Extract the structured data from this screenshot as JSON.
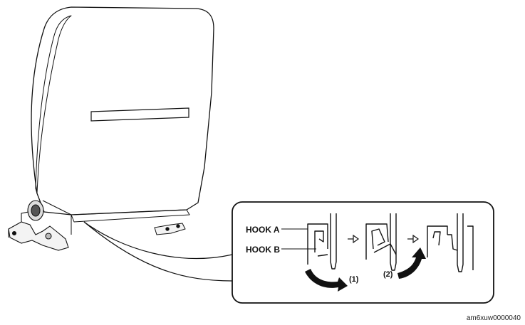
{
  "labels": {
    "hook_a": "HOOK A",
    "hook_b": "HOOK B",
    "step_1": "(1)",
    "step_2": "(2)"
  },
  "figure_id": "am6xuw0000040",
  "colors": {
    "line": "#111111",
    "background": "#ffffff"
  }
}
